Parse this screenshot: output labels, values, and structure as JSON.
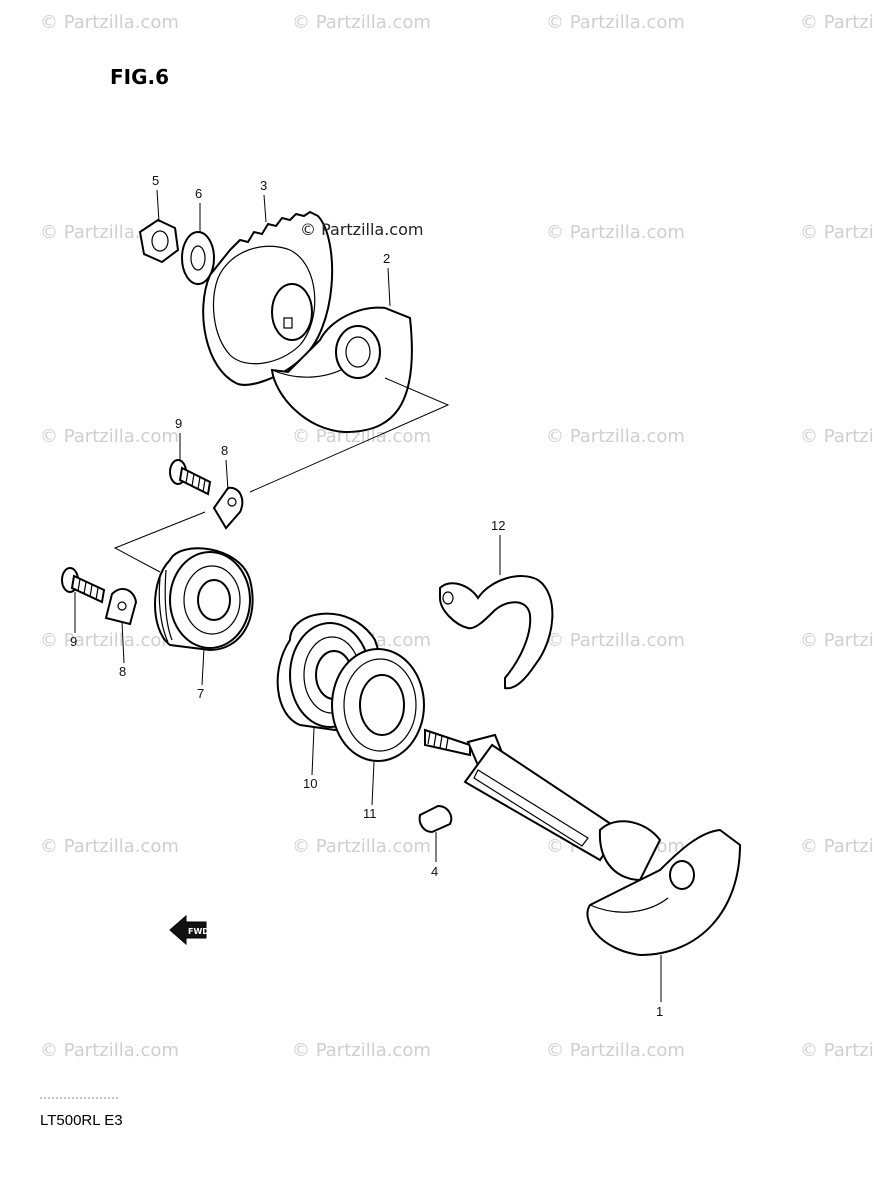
{
  "figure": {
    "title": "FIG.6",
    "model": "LT500RL  E3"
  },
  "watermark": {
    "text": "© Partzilla.com",
    "center_text": "© Partzilla.com"
  },
  "parts": [
    {
      "ref": "1"
    },
    {
      "ref": "2"
    },
    {
      "ref": "3"
    },
    {
      "ref": "4"
    },
    {
      "ref": "5"
    },
    {
      "ref": "6"
    },
    {
      "ref": "7"
    },
    {
      "ref": "8"
    },
    {
      "ref": "9"
    },
    {
      "ref": "10"
    },
    {
      "ref": "11"
    },
    {
      "ref": "12"
    }
  ],
  "direction_arrow": {
    "text": "FWD"
  }
}
